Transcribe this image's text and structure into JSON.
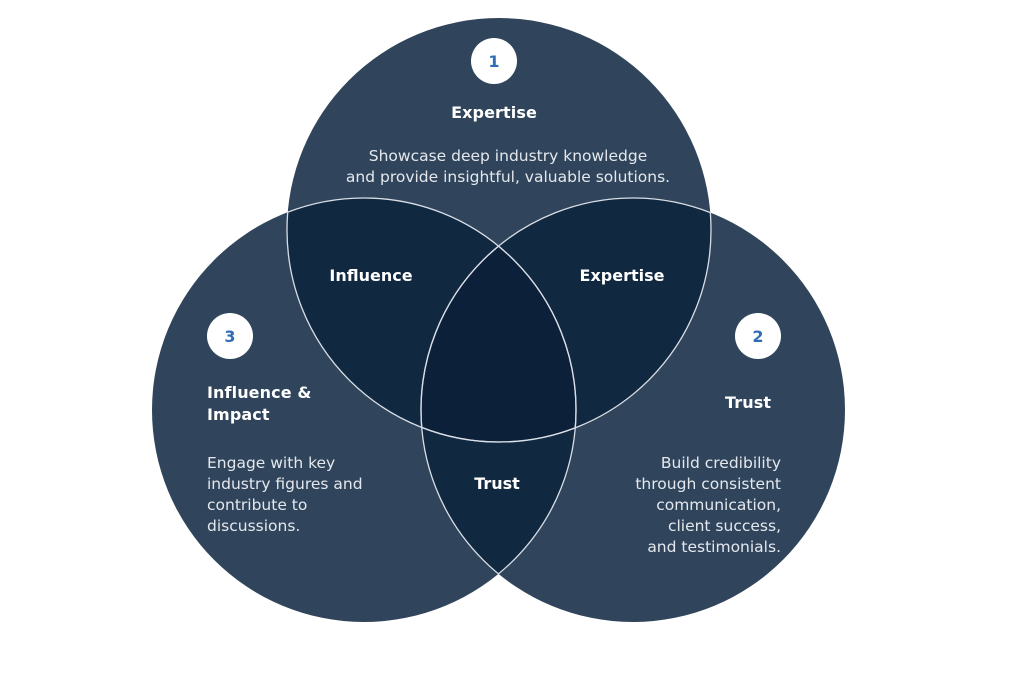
{
  "colors": {
    "circle_fill": "#30455b",
    "pair_overlap_fill": "#112841",
    "center_overlap_fill": "#0c2139",
    "outline": "#d9dee6",
    "badge_bg": "#ffffff",
    "badge_text": "#2f6db7",
    "text": "#ffffff"
  },
  "circles": [
    {
      "id": "top",
      "number": "1",
      "title": "Expertise",
      "description": "Showcase deep industry knowledge and provide insightful, valuable solutions.",
      "description_lines": [
        "Showcase deep industry knowledge",
        "and provide insightful, valuable solutions."
      ]
    },
    {
      "id": "right",
      "number": "2",
      "title": "Trust",
      "description": "Build credibility through consistent communication, client success, and testimonials.",
      "description_lines": [
        "Build credibility",
        "through consistent",
        "communication,",
        "client success,",
        "and testimonials."
      ]
    },
    {
      "id": "left",
      "number": "3",
      "title": "Influence & Impact",
      "title_lines": [
        "Influence &",
        "Impact"
      ],
      "description": "Engage with key industry figures and contribute to discussions.",
      "description_lines": [
        "Engage with key",
        "industry figures and",
        "contribute to",
        "discussions."
      ]
    }
  ],
  "overlaps": [
    {
      "between": [
        "top",
        "left"
      ],
      "label": "Influence"
    },
    {
      "between": [
        "top",
        "right"
      ],
      "label": "Expertise"
    },
    {
      "between": [
        "left",
        "right"
      ],
      "label": "Trust"
    }
  ]
}
